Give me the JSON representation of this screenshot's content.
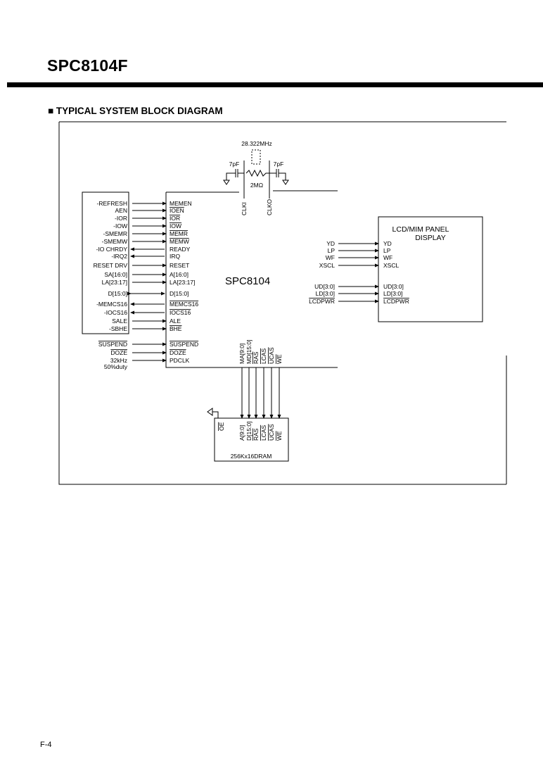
{
  "header": {
    "part_number": "SPC8104F"
  },
  "section": {
    "bullet": "■",
    "heading": "TYPICAL SYSTEM BLOCK DIAGRAM"
  },
  "footer": {
    "page": "F-4"
  },
  "diagram": {
    "controller_label": "SPC8104",
    "crystal": {
      "freq": "28.322MHz",
      "cap_left": "7pF",
      "cap_right": "7pF",
      "resistor": "2MΩ",
      "pin_in": "CLKI",
      "pin_out": "CLKO"
    },
    "isa_signals": [
      {
        "bus": "-REFRESH",
        "pin": "MEMEN",
        "dir": "in",
        "pin_bar": false
      },
      {
        "bus": "AEN",
        "pin": "IOEN",
        "dir": "in",
        "pin_bar": true
      },
      {
        "bus": "-IOR",
        "pin": "IOR",
        "dir": "in",
        "pin_bar": true
      },
      {
        "bus": "-IOW",
        "pin": "IOW",
        "dir": "in",
        "pin_bar": true
      },
      {
        "bus": "-SMEMR",
        "pin": "MEMR",
        "dir": "in",
        "pin_bar": true
      },
      {
        "bus": "-SMEMW",
        "pin": "MEMW",
        "dir": "in",
        "pin_bar": true
      },
      {
        "bus": "-IO CHRDY",
        "pin": "READY",
        "dir": "out",
        "pin_bar": false
      },
      {
        "bus": "-IRQ2",
        "pin": "IRQ",
        "dir": "out",
        "pin_bar": false
      },
      {
        "bus": "RESET DRV",
        "pin": "RESET",
        "dir": "in",
        "pin_bar": false
      },
      {
        "bus": "SA[16:0]",
        "pin": "A[16:0]",
        "dir": "in",
        "pin_bar": false
      },
      {
        "bus": "LA[23:17]",
        "pin": "LA[23:17]",
        "dir": "in",
        "pin_bar": false
      },
      {
        "bus": "D[15:0]",
        "pin": "D[15:0]",
        "dir": "bi",
        "pin_bar": false
      },
      {
        "bus": "-MEMCS16",
        "pin": "MEMCS16",
        "dir": "out",
        "pin_bar": true
      },
      {
        "bus": "-IOCS16",
        "pin": "IOCS16",
        "dir": "out",
        "pin_bar": true
      },
      {
        "bus": "SALE",
        "pin": "ALE",
        "dir": "in",
        "pin_bar": false
      },
      {
        "bus": "-SBHE",
        "pin": "BHE",
        "dir": "in",
        "pin_bar": true
      }
    ],
    "power_signals": [
      {
        "src": "SUSPEND",
        "pin": "SUSPEND"
      },
      {
        "src": "DOZE",
        "pin": "DOZE"
      },
      {
        "src": "32kHz",
        "pin": "PDCLK"
      }
    ],
    "clock_note": "50%duty",
    "panel": {
      "title_line1": "LCD/MIM PANEL",
      "title_line2": "DISPLAY",
      "signals": [
        {
          "out": "YD",
          "in": "YD",
          "bar": false
        },
        {
          "out": "LP",
          "in": "LP",
          "bar": false
        },
        {
          "out": "WF",
          "in": "WF",
          "bar": false
        },
        {
          "out": "XSCL",
          "in": "XSCL",
          "bar": false
        },
        {
          "out": "UD[3:0]",
          "in": "UD[3:0]",
          "bar": false
        },
        {
          "out": "LD[3:0]",
          "in": "LD[3:0]",
          "bar": false
        },
        {
          "out": "LCDPWR",
          "in": "LCDPWR",
          "bar": true
        }
      ]
    },
    "dram": {
      "label": "256Kx16DRAM",
      "oe": "OE",
      "controller_pins": [
        "MA[9:0]",
        "MD[15:0]",
        "RAS",
        "LCAS",
        "UCAS",
        "WE"
      ],
      "dram_pins": [
        "A[9:0]",
        "D[15:0]",
        "RAS",
        "LCAS",
        "UCAS",
        "WE"
      ],
      "bar": [
        false,
        false,
        true,
        true,
        true,
        true
      ]
    }
  }
}
